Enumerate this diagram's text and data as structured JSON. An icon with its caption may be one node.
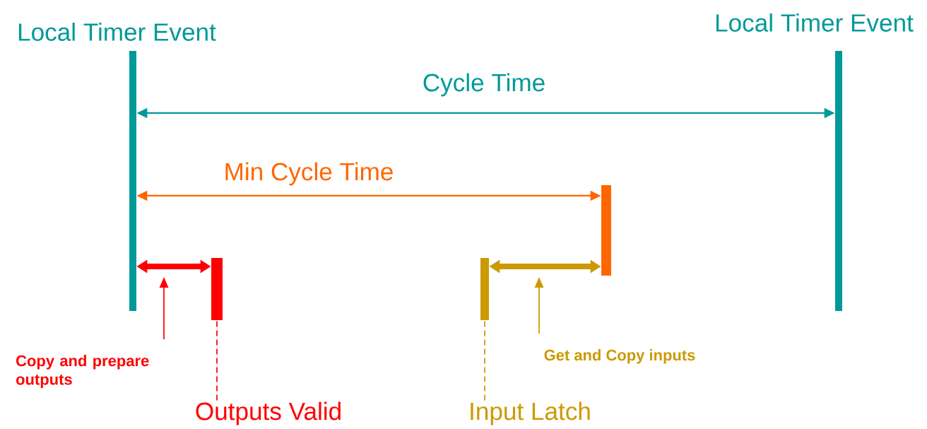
{
  "diagram": {
    "nodes": [
      {
        "text": [
          "Local Timer Event"
        ]
      },
      {
        "text": [
          "Local Timer Event"
        ]
      },
      {
        "text": [],
        "shape": "bar"
      },
      {
        "text": [],
        "shape": "bar"
      },
      {
        "text": [
          "Outputs Valid"
        ]
      },
      {
        "text": [],
        "shape": "bar"
      },
      {
        "text": [
          "Input Latch"
        ]
      },
      {
        "text": [
          "Copy and prepare outputs"
        ]
      },
      {
        "text": [
          "Get and Copy inputs"
        ]
      }
    ],
    "edges": [
      {
        "from": 0,
        "to": 1,
        "arrow": "both",
        "label": "Cycle Time",
        "color": "#009999"
      },
      {
        "from": 0,
        "to": 2,
        "arrow": "both",
        "label": "Min Cycle Time",
        "color": "#ff6600"
      },
      {
        "from": 0,
        "to": 3,
        "arrow": "both",
        "style": "thick",
        "color": "#ff0000"
      },
      {
        "from": 5,
        "to": 2,
        "arrow": "both",
        "style": "thick",
        "color": "#cc9900"
      },
      {
        "from": 4,
        "to": 3,
        "arrow": "none",
        "style": "dashed",
        "color": "#ff0000"
      },
      {
        "from": 6,
        "to": 5,
        "arrow": "none",
        "style": "dashed",
        "color": "#cc9900"
      },
      {
        "from": 7,
        "to": null,
        "arrow": "to",
        "color": "#ff0000"
      },
      {
        "from": 8,
        "to": null,
        "arrow": "to",
        "color": "#cc9900"
      }
    ]
  }
}
